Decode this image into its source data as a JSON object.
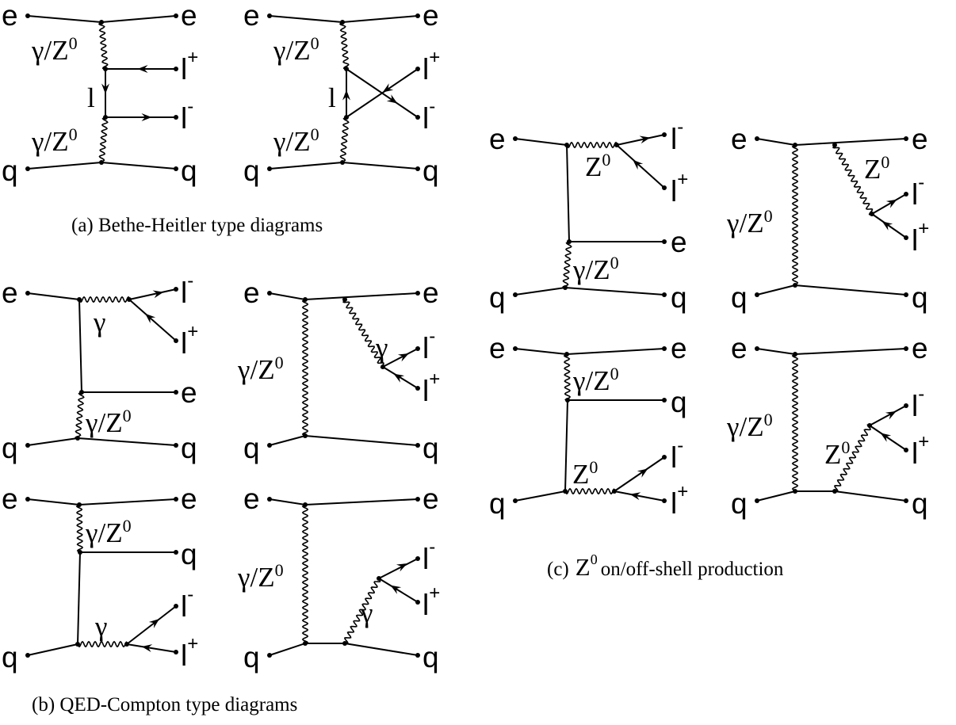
{
  "labels": {
    "e": "e",
    "q": "q",
    "l": "l",
    "gamma": "γ",
    "z0": "Z",
    "gamma_z0": "γ/Z",
    "sup_zero": "0",
    "sup_plus": "+",
    "sup_minus": "-"
  },
  "captions": {
    "a": "(a) Bethe-Heitler  type  diagrams",
    "b": "(b) QED-Compton  type  diagrams",
    "c_prefix": "(c)",
    "c_z": "Z",
    "c_sup": "0",
    "c_rest": "on/off-shell  production"
  },
  "panels": [
    {
      "id": "a",
      "diagrams": [
        "bethe-heitler-1",
        "bethe-heitler-2"
      ]
    },
    {
      "id": "b",
      "diagrams": [
        "qed-compton-electron-1",
        "qed-compton-electron-2",
        "qed-compton-quark-1",
        "qed-compton-quark-2"
      ]
    },
    {
      "id": "c",
      "diagrams": [
        "z0-electron-1",
        "z0-electron-2",
        "z0-quark-1",
        "z0-quark-2"
      ]
    }
  ]
}
